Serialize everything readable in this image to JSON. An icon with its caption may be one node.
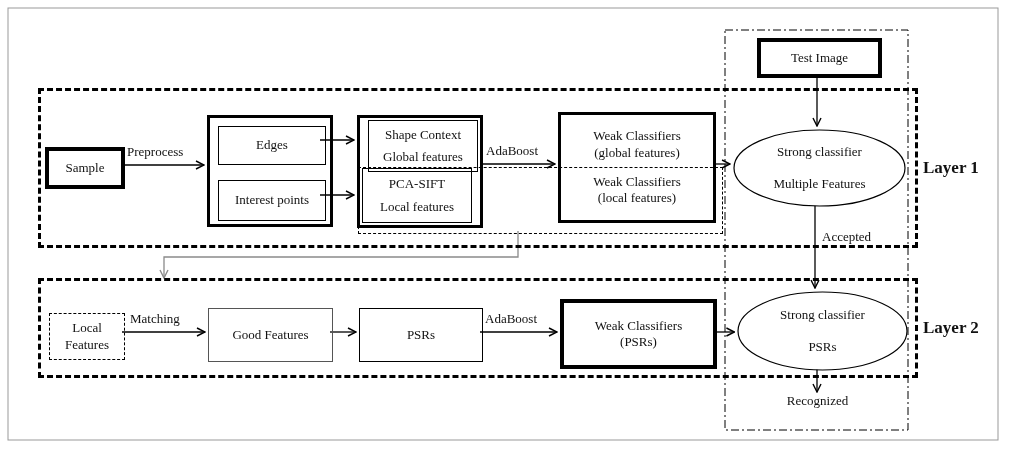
{
  "diagram": {
    "nodes": [
      {
        "text": [
          "Test Image"
        ]
      },
      {
        "text": [
          "Layer 1"
        ]
      },
      {
        "text": [
          "Sample"
        ],
        "in": 1
      },
      {
        "text": [],
        "shape": "box",
        "in": 1
      },
      {
        "text": [
          "Edges"
        ],
        "in": 3
      },
      {
        "text": [
          "Interest points"
        ],
        "in": 3
      },
      {
        "text": [],
        "shape": "box",
        "in": 1
      },
      {
        "text": [
          "Shape Context",
          "Global features"
        ],
        "in": 6
      },
      {
        "text": [
          "PCA-SIFT",
          "Local features"
        ]
      },
      {
        "text": [
          "Weak Classifiers (global features)",
          "Weak Classifiers (local features)"
        ],
        "in": 1
      },
      {
        "text": [],
        "shape": "box",
        "in": 1
      },
      {
        "text": [
          "Strong classifier",
          "Multiple Features"
        ],
        "in": 1
      },
      {
        "text": [
          "Layer 2"
        ]
      },
      {
        "text": [
          "Local Features"
        ],
        "in": 12
      },
      {
        "text": [
          "Good Features"
        ],
        "in": 12
      },
      {
        "text": [
          "PSRs"
        ],
        "in": 12
      },
      {
        "text": [
          "Weak Classifiers (PSRs)"
        ],
        "in": 12
      },
      {
        "text": [
          "Strong classifier",
          "PSRs"
        ],
        "in": 12
      },
      {
        "text": [
          "Recognized"
        ]
      }
    ],
    "edges": [
      {
        "from": 2,
        "to": 3,
        "arrow": "to",
        "label": "Preprocess"
      },
      {
        "from": 4,
        "to": 6,
        "arrow": "to"
      },
      {
        "from": 5,
        "to": 6,
        "arrow": "to"
      },
      {
        "from": 6,
        "to": 9,
        "arrow": "to",
        "label": "AdaBoost"
      },
      {
        "from": 9,
        "to": 11,
        "arrow": "to"
      },
      {
        "from": 0,
        "to": 11,
        "arrow": "to"
      },
      {
        "from": 11,
        "to": 17,
        "arrow": "to",
        "label": "Accepted"
      },
      {
        "from": 10,
        "to": 12,
        "arrow": "to",
        "color": "#8a8a8a"
      },
      {
        "from": 13,
        "to": 14,
        "arrow": "to",
        "label": "Matching"
      },
      {
        "from": 14,
        "to": 15,
        "arrow": "to"
      },
      {
        "from": 15,
        "to": 16,
        "arrow": "to",
        "label": "AdaBoost"
      },
      {
        "from": 16,
        "to": 17,
        "arrow": "to"
      },
      {
        "from": 17,
        "to": 18,
        "arrow": "to"
      }
    ]
  }
}
